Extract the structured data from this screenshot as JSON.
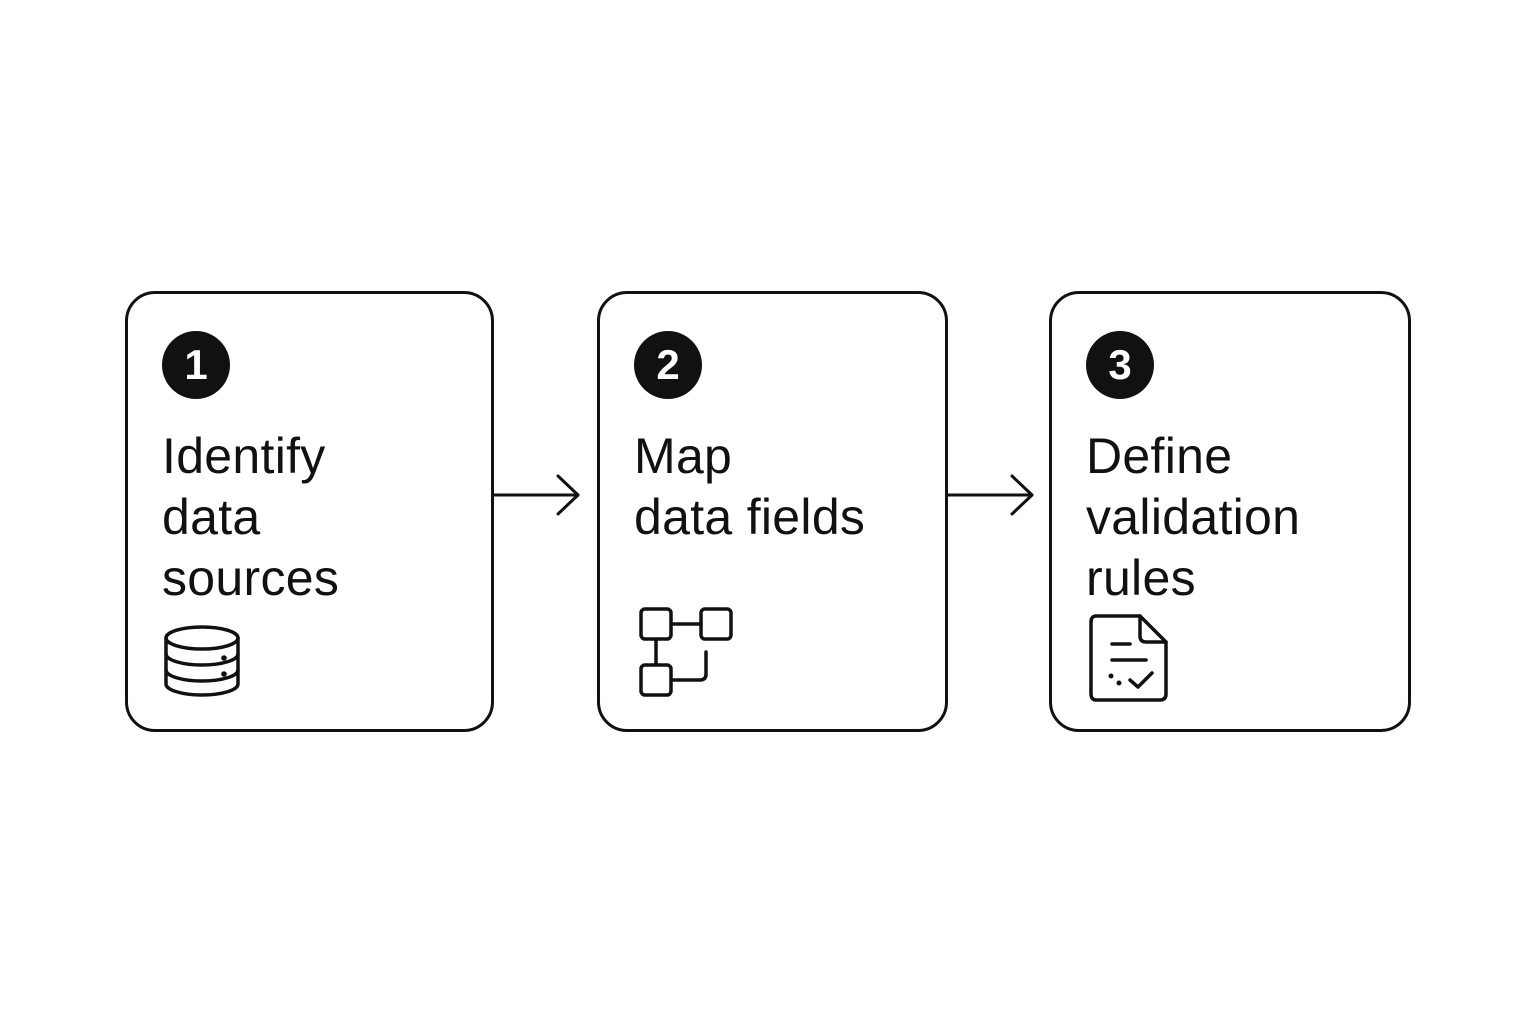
{
  "steps": [
    {
      "number": "1",
      "title": "Identify\ndata\nsources",
      "icon": "database-icon"
    },
    {
      "number": "2",
      "title": "Map\ndata fields",
      "icon": "flowchart-icon"
    },
    {
      "number": "3",
      "title": "Define\nvalidation\nrules",
      "icon": "document-check-icon"
    }
  ],
  "colors": {
    "stroke": "#111111",
    "background": "#ffffff",
    "badge_text": "#ffffff"
  }
}
